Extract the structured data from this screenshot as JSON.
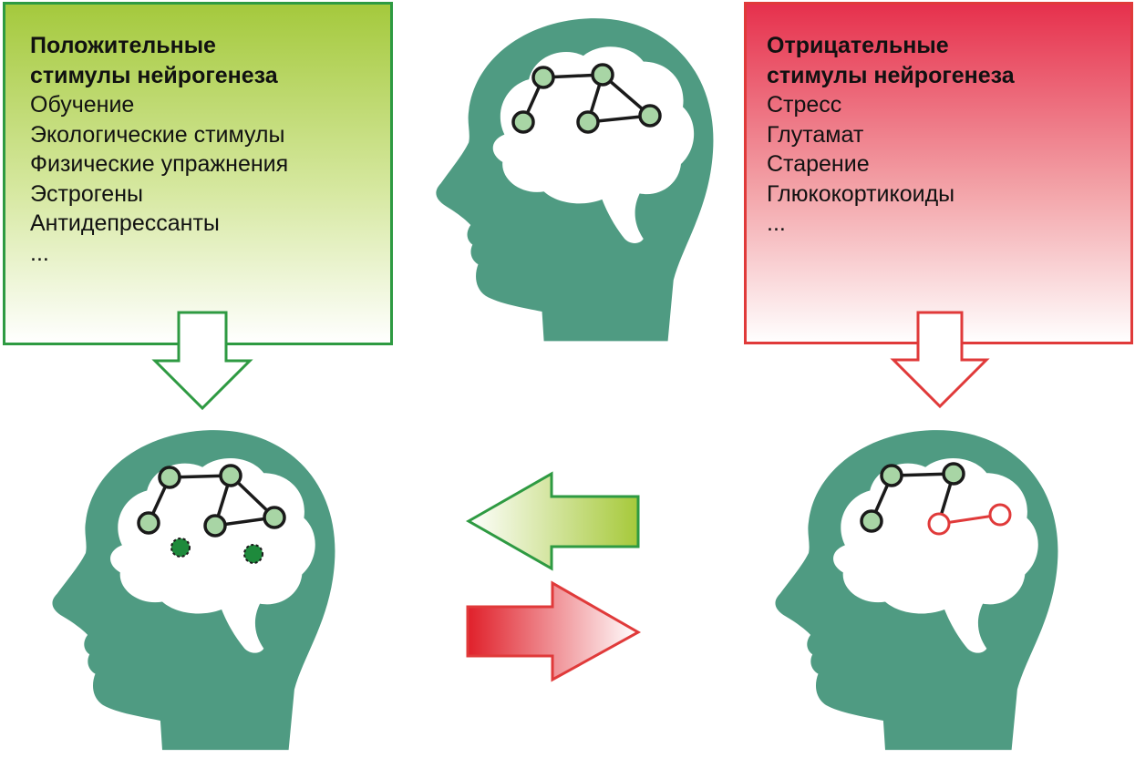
{
  "positive_box": {
    "title": "Положительные\nстимулы нейрогенеза",
    "items": [
      "Обучение",
      "Экологические стимулы",
      "Физические упражнения",
      "Эстрогены",
      "Антидепрессанты",
      "..."
    ]
  },
  "negative_box": {
    "title": "Отрицательные\nстимулы нейрогенеза",
    "items": [
      "Стресс",
      "Глутамат",
      "Старение",
      "Глюкокортикоиды",
      "..."
    ]
  },
  "colors": {
    "head": "#4f9b82",
    "neuron_fill": "#a8d5a5",
    "neuron_stroke": "#1a1a1a",
    "new_neuron": "#1e8a3c",
    "damaged_neuron": "#e03a3a",
    "positive_border": "#2e9a42",
    "positive_gradient_top": "#a3c93a",
    "positive_gradient_bottom": "#ffffff",
    "negative_border": "#e03a3a",
    "negative_gradient_top": "#e8334f",
    "negative_gradient_bottom": "#ffffff"
  }
}
